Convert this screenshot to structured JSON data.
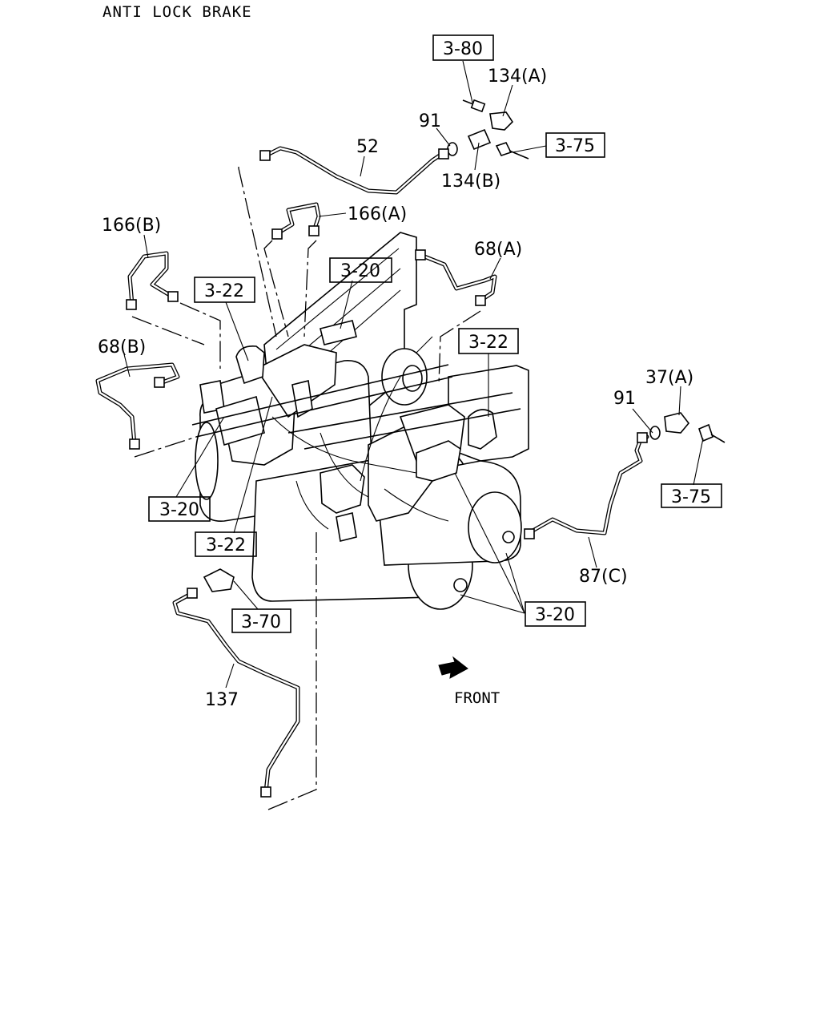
{
  "title": "ANTI LOCK BRAKE",
  "front_label": "FRONT",
  "callouts": {
    "ref_3_80": "3-80",
    "p134a": "134(A)",
    "p91_top": "91",
    "p52": "52",
    "ref_3_75_top": "3-75",
    "p134b": "134(B)",
    "p166a": "166(A)",
    "p166b": "166(B)",
    "p68a": "68(A)",
    "ref_3_20_top": "3-20",
    "ref_3_22_left": "3-22",
    "p68b": "68(B)",
    "ref_3_22_right": "3-22",
    "p37a": "37(A)",
    "p91_right": "91",
    "ref_3_75_right": "3-75",
    "ref_3_20_left": "3-20",
    "ref_3_22_bottom": "3-22",
    "p87c": "87(C)",
    "ref_3_20_bottom": "3-20",
    "ref_3_70": "3-70",
    "p137": "137"
  },
  "colors": {
    "ink": "#000000",
    "paper": "#ffffff"
  },
  "icons": {
    "front_arrow": "front-arrow-icon"
  }
}
